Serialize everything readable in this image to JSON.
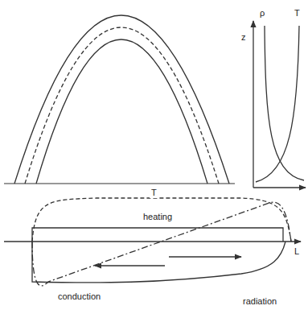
{
  "diagram": {
    "labels": [
      "ρ",
      "T",
      "z",
      "T",
      "heating",
      "L",
      "conduction",
      "radiation"
    ]
  }
}
